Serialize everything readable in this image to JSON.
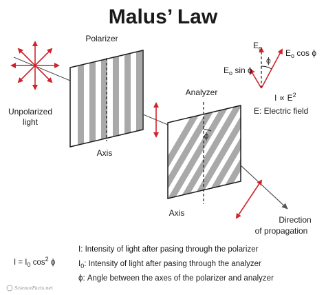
{
  "title": "Malus’ Law",
  "labels": {
    "polarizer": "Polarizer",
    "analyzer": "Analyzer",
    "unpolarized_line1": "Unpolarized",
    "unpolarized_line2": "light",
    "axis_polarizer": "Axis",
    "axis_analyzer": "Axis",
    "direction_line1": "Direction",
    "direction_line2": "of propagation",
    "phi": "ϕ"
  },
  "vector_diagram": {
    "e0": "E",
    "e0_sub": "o",
    "e0_cos_prefix": "E",
    "e0_cos_sub": "o",
    "e0_cos_suffix": " cos ϕ",
    "e0_sin_prefix": "E",
    "e0_sin_sub": "o",
    "e0_sin_suffix": " sin ϕ",
    "phi": "ϕ",
    "proportional_prefix": "I ∝ E",
    "proportional_sup": "2",
    "field_label": "E: Electric field"
  },
  "formula": {
    "prefix": "I = I",
    "sub": "0",
    "mid": " cos",
    "sup": "2",
    "suffix": " ϕ"
  },
  "legend": {
    "line1": "I: Intensity of light after pasing through the polarizer",
    "line2_prefix": "I",
    "line2_sub": "0",
    "line2_suffix": ": Intensity of light after pasing through the analyzer",
    "line3": "ϕ: Angle between the axes of the polarizer and analyzer"
  },
  "watermark": "ScienceFacts.net",
  "colors": {
    "accent_red": "#d0232a",
    "stripe_gray": "#a9a9a9",
    "text": "#1a1a1a",
    "ray": "#555555"
  }
}
